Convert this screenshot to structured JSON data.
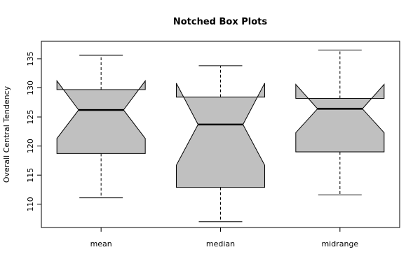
{
  "chart_data": {
    "type": "notched-boxplot",
    "title": "Notched Box Plots",
    "xlabel": "",
    "ylabel": "Overall Central Tendency",
    "ylim": [
      106,
      138
    ],
    "yticks": [
      110,
      115,
      120,
      125,
      130,
      135
    ],
    "grid": false,
    "box_fill": "#c0c0c0",
    "line_color": "#000000",
    "boxes": [
      {
        "category": "mean",
        "whisker_low": 111.1,
        "q1": 118.7,
        "notch_low": 121.3,
        "median": 126.2,
        "notch_high": 131.2,
        "q3": 129.7,
        "whisker_high": 135.6
      },
      {
        "category": "median",
        "whisker_low": 107.0,
        "q1": 112.9,
        "notch_low": 116.7,
        "median": 123.7,
        "notch_high": 130.8,
        "q3": 128.4,
        "whisker_high": 133.8
      },
      {
        "category": "midrange",
        "whisker_low": 111.6,
        "q1": 119.0,
        "notch_low": 122.3,
        "median": 126.4,
        "notch_high": 130.6,
        "q3": 128.2,
        "whisker_high": 136.5
      }
    ]
  }
}
